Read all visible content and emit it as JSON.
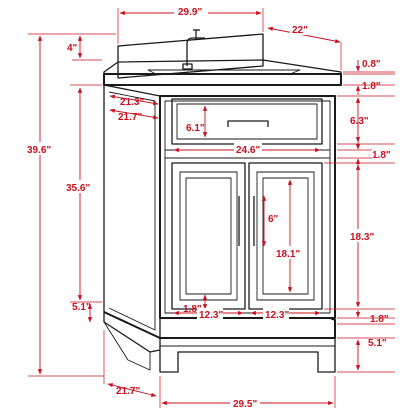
{
  "dimensions": {
    "top_width": "29.9\"",
    "top_depth": "22\"",
    "backsplash_height": "4\"",
    "top_thickness": "0.8\"",
    "top_edge": "1.8\"",
    "side_depth_upper": "21.3\"",
    "side_depth_lower": "21.7\"",
    "total_height": "39.6\"",
    "cabinet_height": "35.6\"",
    "drawer_height": "6.1\"",
    "drawer_width": "24.6\"",
    "drawer_gap": "6.3\"",
    "rail_height": "1.8\"",
    "handle_length": "6\"",
    "door_panel_height": "18.1\"",
    "door_height": "18.3\"",
    "door_bottom_rail": "1.8\"",
    "door_width_left": "12.3\"",
    "door_width_right": "12.3\"",
    "base_rail": "1.8\"",
    "side_base_height": "5.1\"",
    "leg_height": "5.1\"",
    "base_depth": "21.7\"",
    "base_width": "29.5\""
  }
}
